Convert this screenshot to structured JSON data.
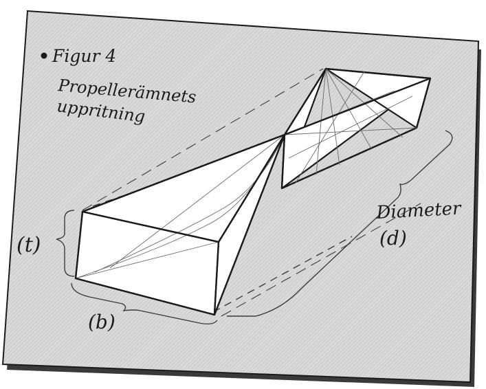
{
  "caption": {
    "line1": "Figur 4",
    "line2": "Propellerämnets",
    "line3": "uppritning"
  },
  "labels": {
    "thickness": "(t)",
    "diameter": "Diameter",
    "diameter_symbol": "(d)",
    "width": "(b)"
  },
  "colors": {
    "paper": "#d9d9d9",
    "hatch": "#c4c4c4",
    "ink": "#1a1a1a",
    "face": "#ffffff"
  }
}
